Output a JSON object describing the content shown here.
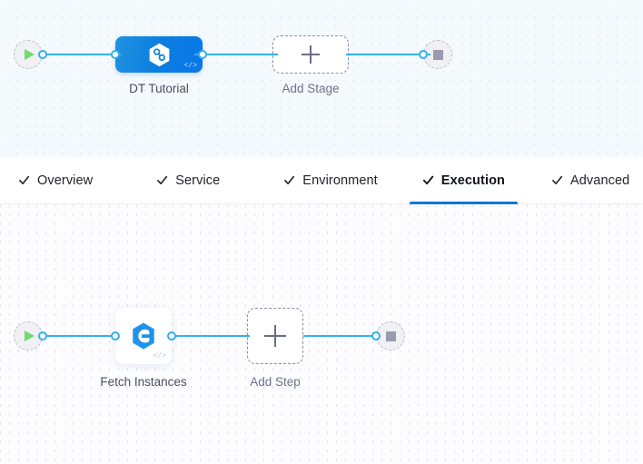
{
  "colors": {
    "accent_blue": "#0278d5",
    "connector_blue": "#33b0ee",
    "stage_gradient_start": "#2192e0",
    "stage_gradient_end": "#0a76e8",
    "play_green": "#6fdb6f",
    "stop_gray": "#9b9bb0",
    "dashed_border": "#8a8ca3",
    "stage_canvas_bg": "#f4fafd",
    "step_canvas_bg": "#fdfdff"
  },
  "stage_canvas": {
    "start_node": {
      "icon": "play-icon"
    },
    "end_node": {
      "icon": "stop-icon"
    },
    "stage": {
      "label": "DT Tutorial",
      "icon": "harness-hexagon-icon",
      "badge_icon": "code-brackets-icon"
    },
    "add_stage": {
      "label": "Add Stage",
      "icon": "plus-icon"
    }
  },
  "tabs": [
    {
      "label": "Overview",
      "icon": "check-icon",
      "active": false
    },
    {
      "label": "Service",
      "icon": "check-icon",
      "active": false
    },
    {
      "label": "Environment",
      "icon": "check-icon",
      "active": false
    },
    {
      "label": "Execution",
      "icon": "check-icon",
      "active": true
    },
    {
      "label": "Advanced",
      "icon": "check-icon",
      "active": false
    }
  ],
  "step_canvas": {
    "start_node": {
      "icon": "play-icon"
    },
    "end_node": {
      "icon": "stop-icon"
    },
    "step": {
      "label": "Fetch Instances",
      "icon": "elastigroup-e-icon",
      "badge_icon": "code-brackets-icon"
    },
    "add_step": {
      "label": "Add Step",
      "icon": "plus-icon"
    }
  }
}
